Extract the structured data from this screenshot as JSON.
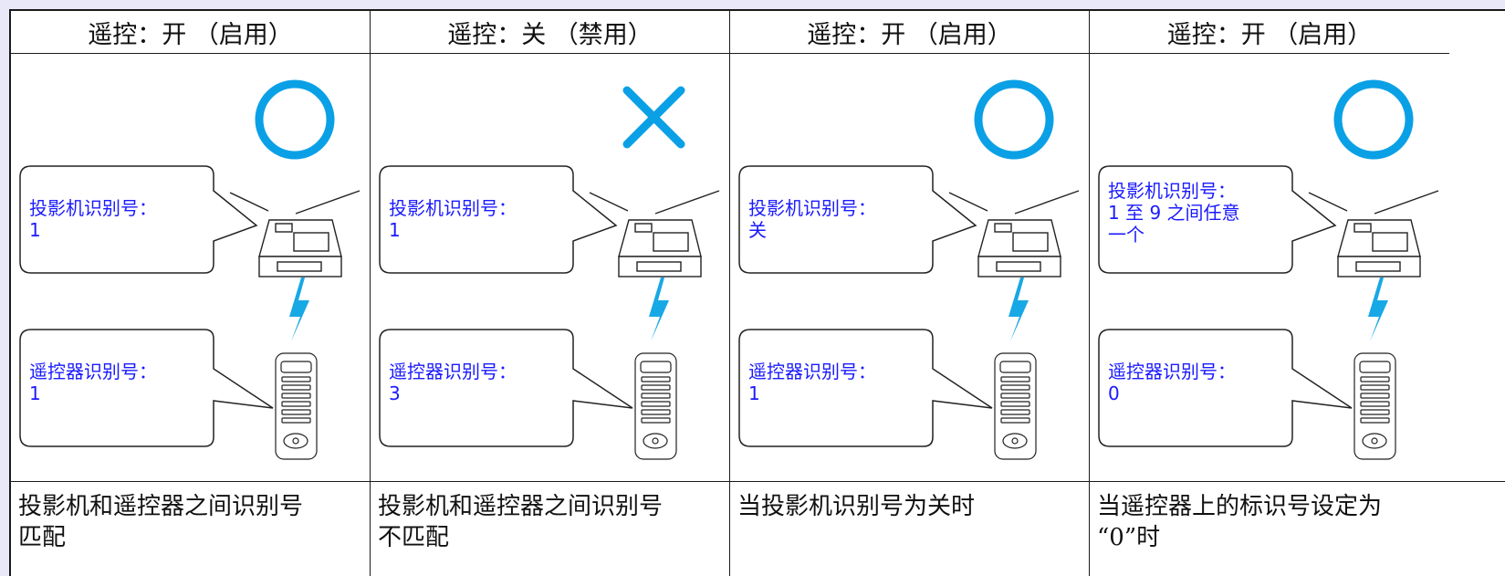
{
  "columns": [
    {
      "header": "遥控：开 （启用）",
      "result_icon": "circle-icon",
      "projector_label": "投影机识别号：\n1",
      "remote_label": "遥控器识别号：\n1",
      "caption": "投影机和遥控器之间识别号\n匹配"
    },
    {
      "header": "遥控：关 （禁用）",
      "result_icon": "cross-icon",
      "projector_label": "投影机识别号：\n1",
      "remote_label": "遥控器识别号：\n3",
      "caption": "投影机和遥控器之间识别号\n不匹配"
    },
    {
      "header": "遥控：开 （启用）",
      "result_icon": "circle-icon",
      "projector_label": "投影机识别号：\n关",
      "remote_label": "遥控器识别号：\n1",
      "caption": "当投影机识别号为关时"
    },
    {
      "header": "遥控：开 （启用）",
      "result_icon": "circle-icon",
      "projector_label": "投影机识别号：\n1 至 9 之间任意\n一个",
      "remote_label": "遥控器识别号：\n0",
      "caption": "当遥控器上的标识号设定为\n“0”时"
    }
  ],
  "colors": {
    "result_icon": "#0aa0e6",
    "bolt": "#17a8e6",
    "label_text": "#1a1aff"
  }
}
